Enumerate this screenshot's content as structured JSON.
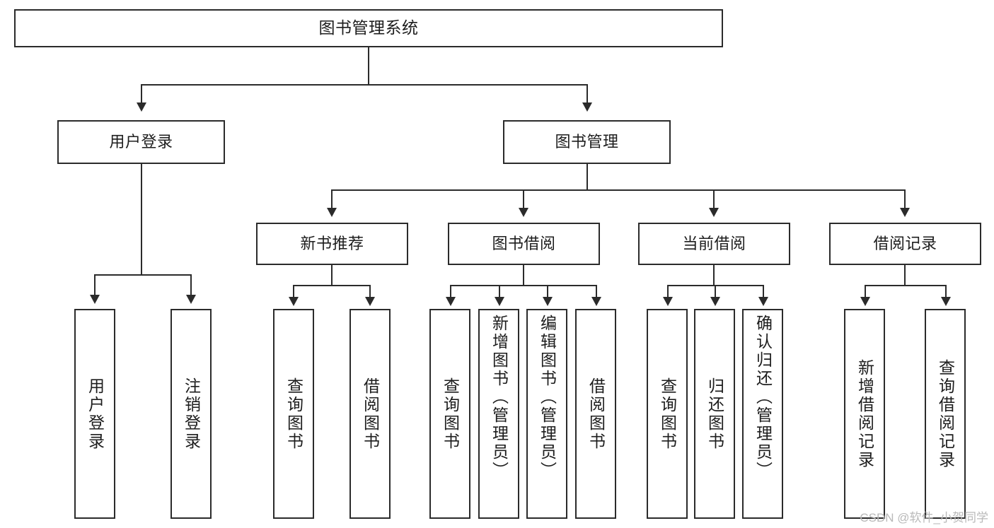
{
  "diagram": {
    "type": "tree-hierarchy-flowchart",
    "title": "图书管理系统",
    "root": {
      "id": "root",
      "label": "图书管理系统"
    },
    "level2": [
      {
        "id": "user-login",
        "label": "用户登录"
      },
      {
        "id": "book-manage",
        "label": "图书管理"
      }
    ],
    "level3": [
      {
        "id": "new-book-rec",
        "label": "新书推荐",
        "parent": "book-manage"
      },
      {
        "id": "book-borrow",
        "label": "图书借阅",
        "parent": "book-manage"
      },
      {
        "id": "current-borrow",
        "label": "当前借阅",
        "parent": "book-manage"
      },
      {
        "id": "borrow-record",
        "label": "借阅记录",
        "parent": "book-manage"
      }
    ],
    "leaves": {
      "user-login": [
        {
          "id": "leaf-user-login",
          "label": "用户登录"
        },
        {
          "id": "leaf-logout",
          "label": "注销登录"
        }
      ],
      "new-book-rec": [
        {
          "id": "leaf-query-book-1",
          "label": "查询图书"
        },
        {
          "id": "leaf-borrow-book-1",
          "label": "借阅图书"
        }
      ],
      "book-borrow": [
        {
          "id": "leaf-query-book-2",
          "label": "查询图书"
        },
        {
          "id": "leaf-add-book",
          "label": "新增图书（管理员）"
        },
        {
          "id": "leaf-edit-book",
          "label": "编辑图书（管理员）"
        },
        {
          "id": "leaf-borrow-book-2",
          "label": "借阅图书"
        }
      ],
      "current-borrow": [
        {
          "id": "leaf-query-book-3",
          "label": "查询图书"
        },
        {
          "id": "leaf-return-book",
          "label": "归还图书"
        },
        {
          "id": "leaf-confirm-return",
          "label": "确认归还（管理员）"
        }
      ],
      "borrow-record": [
        {
          "id": "leaf-add-record",
          "label": "新增借阅记录"
        },
        {
          "id": "leaf-query-record",
          "label": "查询借阅记录"
        }
      ]
    },
    "colors": {
      "stroke": "#2b2b2b",
      "fill": "#ffffff",
      "text": "#1d1d1d",
      "watermark": "#b9b9b9"
    }
  },
  "watermark": {
    "text": "CSDN @软件_小贺同学"
  }
}
